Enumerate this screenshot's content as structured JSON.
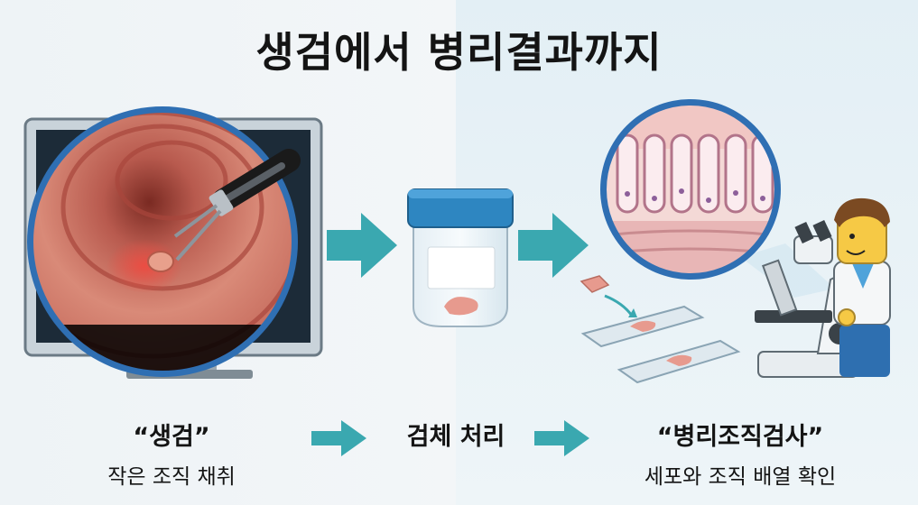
{
  "title": "생검에서 병리결과까지",
  "steps": [
    {
      "label": "“생검”",
      "sub": "작은 조직 채취"
    },
    {
      "label": "검체 처리",
      "sub": ""
    },
    {
      "label": "“병리조직검사”",
      "sub": "세포와 조직 배열 확인"
    }
  ],
  "colors": {
    "arrow": "#3aa8b0",
    "circle_border": "#2f6fb3",
    "jar_lid": "#2e86c1",
    "tissue": "#e79a8e"
  },
  "icons": [
    "endoscopy-monitor-icon",
    "biopsy-forceps-icon",
    "specimen-jar-icon",
    "glass-slide-icon",
    "microscope-icon",
    "pathologist-figure-icon"
  ]
}
